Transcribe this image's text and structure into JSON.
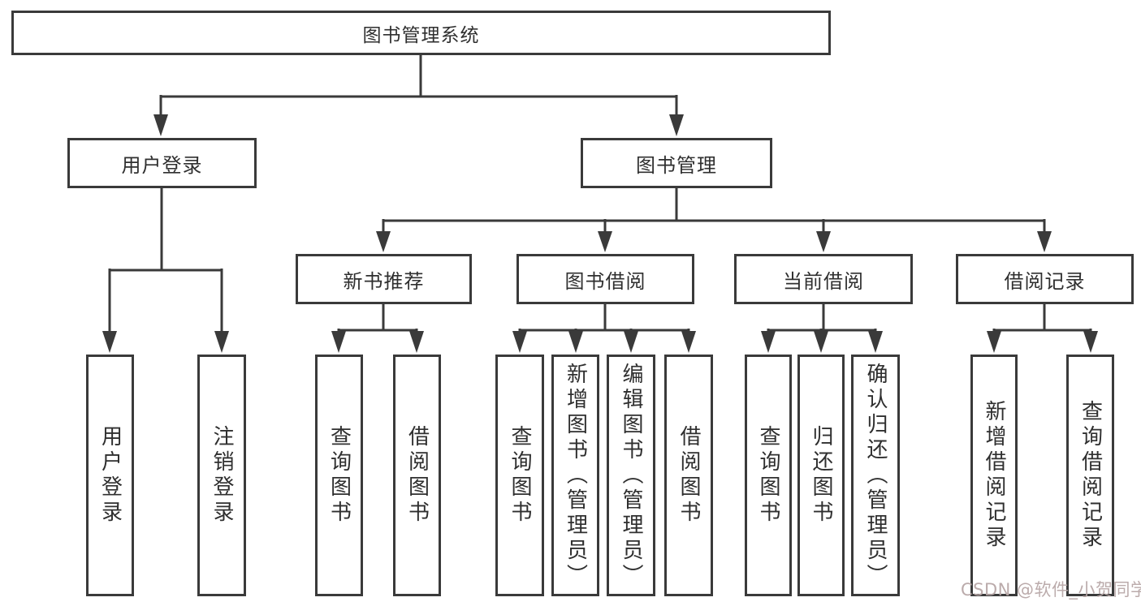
{
  "diagram": {
    "root": {
      "label": "图书管理系统"
    },
    "level2": [
      {
        "label": "用户登录"
      },
      {
        "label": "图书管理"
      }
    ],
    "level3": [
      {
        "label": "新书推荐"
      },
      {
        "label": "图书借阅"
      },
      {
        "label": "当前借阅"
      },
      {
        "label": "借阅记录"
      }
    ],
    "leaf_groups": [
      {
        "parent": "用户登录",
        "items": [
          "用户登录",
          "注销登录"
        ]
      },
      {
        "parent": "新书推荐",
        "items": [
          "查询图书",
          "借阅图书"
        ]
      },
      {
        "parent": "图书借阅",
        "items": [
          "查询图书",
          "新增图书（管理员）",
          "编辑图书（管理员）",
          "借阅图书"
        ]
      },
      {
        "parent": "当前借阅",
        "items": [
          "查询图书",
          "归还图书",
          "确认归还（管理员）"
        ]
      },
      {
        "parent": "借阅记录",
        "items": [
          "新增借阅记录",
          "查询借阅记录"
        ]
      }
    ],
    "line_color": "#3a3a3a",
    "box_border_color": "#3a3a3a",
    "text_color": "#2f2f2f"
  },
  "watermark": {
    "text": "CSDN @软件_小贺同学"
  }
}
